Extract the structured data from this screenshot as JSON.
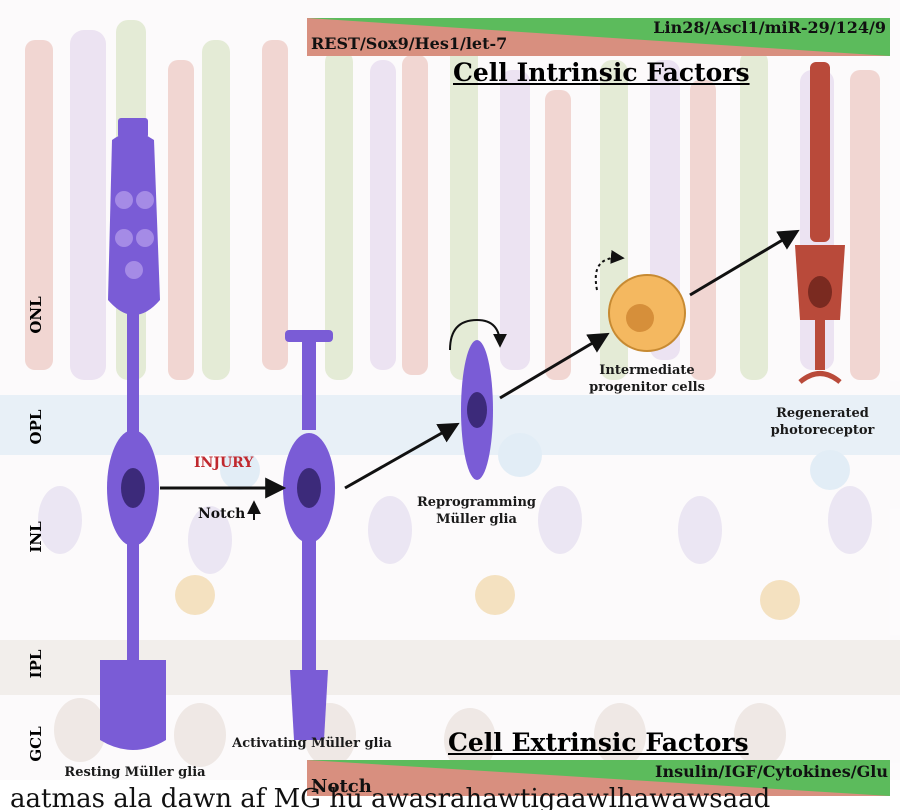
{
  "intrinsic_banner": {
    "left_label": "REST/Sox9/Hes1/let-7",
    "right_label": "Lin28/Ascl1/miR-29/124/9",
    "title": "Cell Intrinsic Factors",
    "colors": {
      "red": "#d88f7f",
      "green": "#5cbb5c"
    }
  },
  "extrinsic_banner": {
    "left_label": "Notch",
    "right_label": "Insulin/IGF/Cytokines/Glu",
    "title": "Cell Extrinsic Factors",
    "colors": {
      "red": "#d88f7f",
      "green": "#5cbb5c"
    }
  },
  "retina_layers": [
    "ONL",
    "OPL",
    "INL",
    "IPL",
    "GCL"
  ],
  "stages": {
    "resting": "Resting Müller glia",
    "activating": "Activating Müller glia",
    "reprogramming": "Reprogramming Müller glia",
    "progenitor": "Intermediate progenitor cells",
    "photoreceptor": "Regenerated photoreceptor"
  },
  "annotations": {
    "injury": "INJURY",
    "notch": "Notch"
  },
  "colors": {
    "glia": "#7a5cd6",
    "glia_nucleus": "#3c2a7a",
    "progenitor": "#f4b860",
    "photoreceptor": "#b94a3a",
    "injury": "#c0282e"
  },
  "bottom_strip_text": "aatmas ala dawn af MG hu awasrahawtigaawlhawawsaad"
}
